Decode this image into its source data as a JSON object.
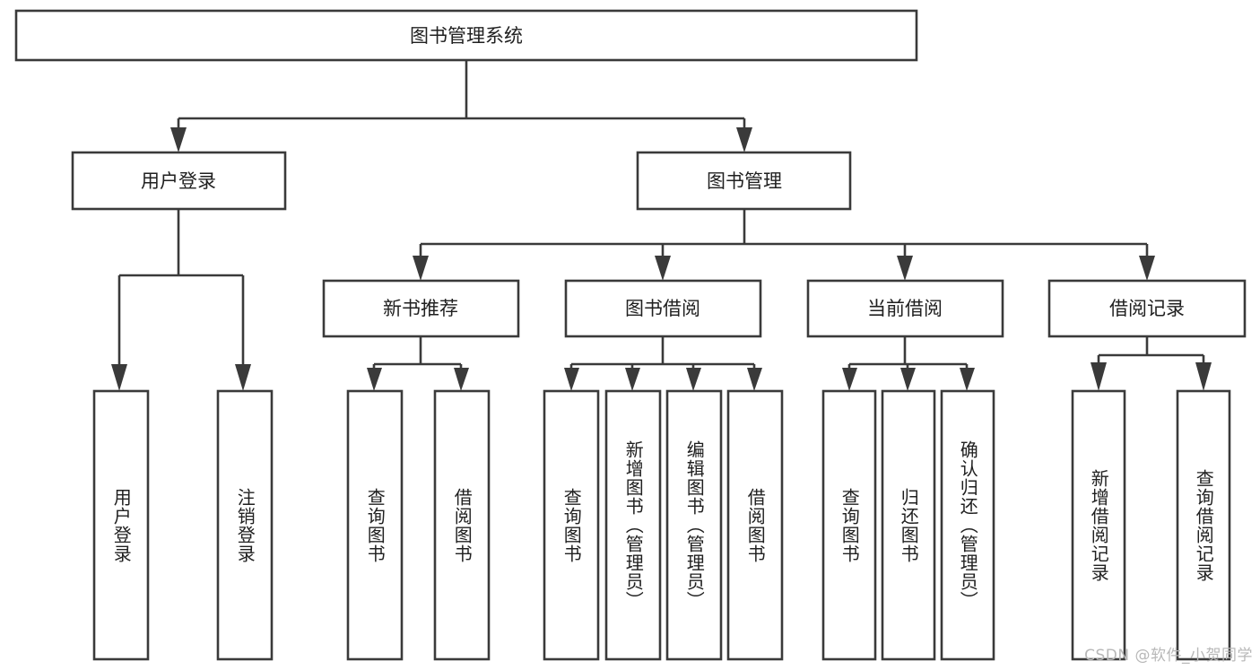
{
  "diagram": {
    "type": "tree",
    "title": "图书管理系统",
    "orientation": "top-down",
    "colors": {
      "box_stroke": "#3a3a3a",
      "box_fill": "#ffffff",
      "text": "#202020",
      "connector": "#3a3a3a",
      "watermark": "#b8b8b8",
      "background": "#ffffff"
    },
    "root": {
      "label": "图书管理系统"
    },
    "level2": [
      {
        "label": "用户登录"
      },
      {
        "label": "图书管理"
      }
    ],
    "level3": [
      {
        "label": "新书推荐"
      },
      {
        "label": "图书借阅"
      },
      {
        "label": "当前借阅"
      },
      {
        "label": "借阅记录"
      }
    ],
    "leaves": {
      "user_login": [
        {
          "label": "用户登录"
        },
        {
          "label": "注销登录"
        }
      ],
      "new_book_recommend": [
        {
          "label": "查询图书"
        },
        {
          "label": "借阅图书"
        }
      ],
      "book_borrow": [
        {
          "label": "查询图书"
        },
        {
          "label": "新增图书（管理员）"
        },
        {
          "label": "编辑图书（管理员）"
        },
        {
          "label": "借阅图书"
        }
      ],
      "current_borrow": [
        {
          "label": "查询图书"
        },
        {
          "label": "归还图书"
        },
        {
          "label": "确认归还（管理员）"
        }
      ],
      "borrow_record": [
        {
          "label": "新增借阅记录"
        },
        {
          "label": "查询借阅记录"
        }
      ]
    }
  },
  "watermark": {
    "text": "CSDN @软件_小贺同学"
  }
}
